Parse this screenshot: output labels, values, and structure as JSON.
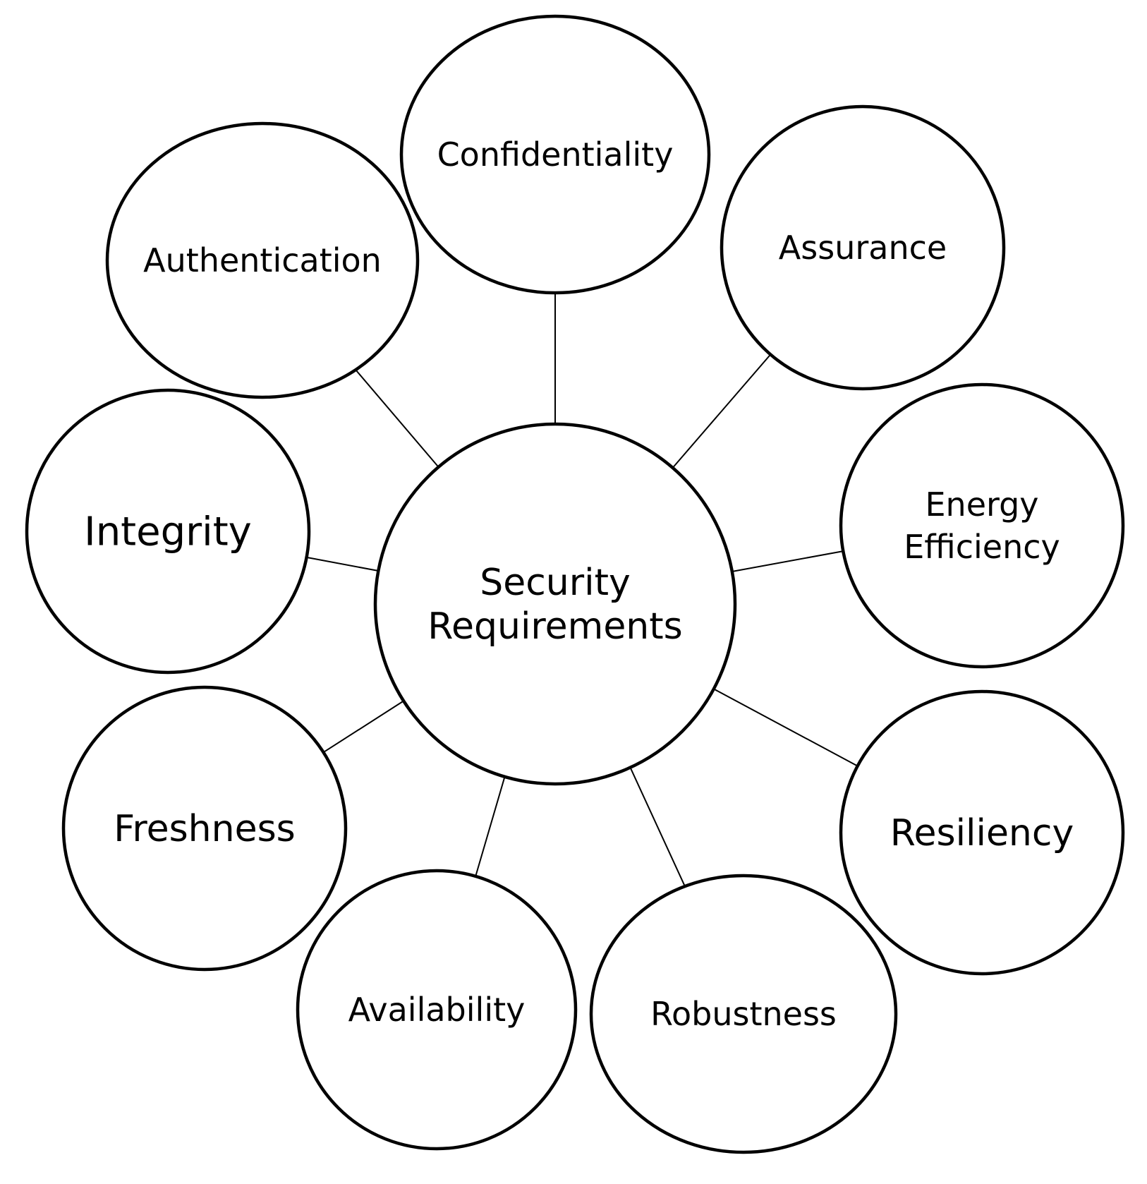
{
  "diagram": {
    "center": {
      "lines": [
        "Security",
        "Requirements"
      ]
    },
    "nodes": [
      {
        "id": "confidentiality",
        "lines": [
          "Confidentiality"
        ]
      },
      {
        "id": "assurance",
        "lines": [
          "Assurance"
        ]
      },
      {
        "id": "energy-efficiency",
        "lines": [
          "Energy",
          "Efficiency"
        ]
      },
      {
        "id": "resiliency",
        "lines": [
          "Resiliency"
        ]
      },
      {
        "id": "robustness",
        "lines": [
          "Robustness"
        ]
      },
      {
        "id": "availability",
        "lines": [
          "Availability"
        ]
      },
      {
        "id": "freshness",
        "lines": [
          "Freshness"
        ]
      },
      {
        "id": "integrity",
        "lines": [
          "Integrity"
        ]
      },
      {
        "id": "authentication",
        "lines": [
          "Authentication"
        ]
      }
    ]
  }
}
